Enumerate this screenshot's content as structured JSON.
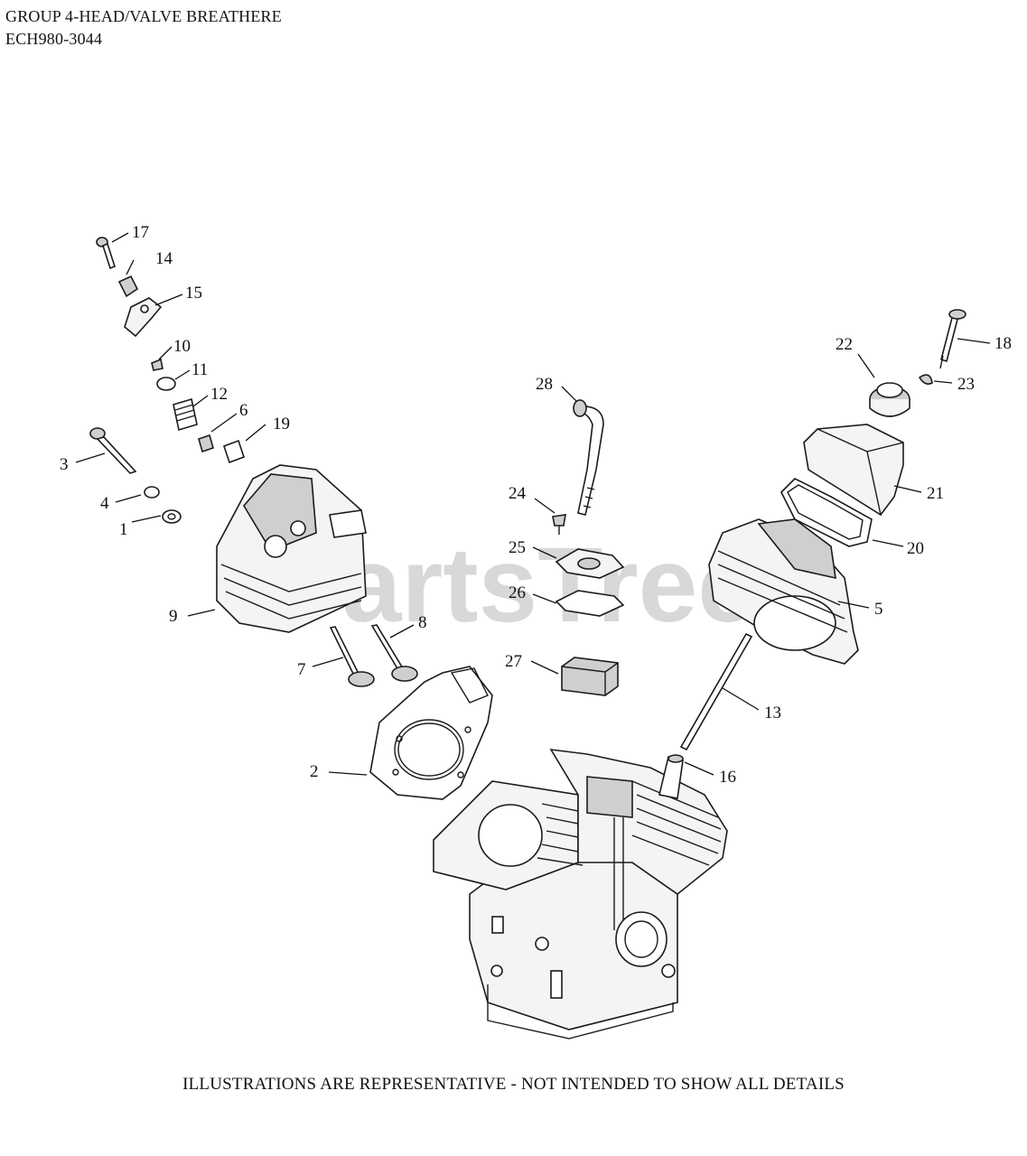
{
  "header": {
    "title": "GROUP 4-HEAD/VALVE BREATHERE",
    "model": "ECH980-3044"
  },
  "watermark": {
    "text": "PartsTree",
    "color": "#9a9a9a"
  },
  "callouts": {
    "c1": "1",
    "c2": "2",
    "c3": "3",
    "c4": "4",
    "c5": "5",
    "c6": "6",
    "c7": "7",
    "c8": "8",
    "c9": "9",
    "c10": "10",
    "c11": "11",
    "c12": "12",
    "c13": "13",
    "c14": "14",
    "c15": "15",
    "c16": "16",
    "c17": "17",
    "c18": "18",
    "c19": "19",
    "c20": "20",
    "c21": "21",
    "c22": "22",
    "c23": "23",
    "c24": "24",
    "c25": "25",
    "c26": "26",
    "c27": "27",
    "c28": "28"
  },
  "footer": {
    "note": "ILLUSTRATIONS ARE REPRESENTATIVE - NOT INTENDED TO SHOW ALL DETAILS"
  }
}
